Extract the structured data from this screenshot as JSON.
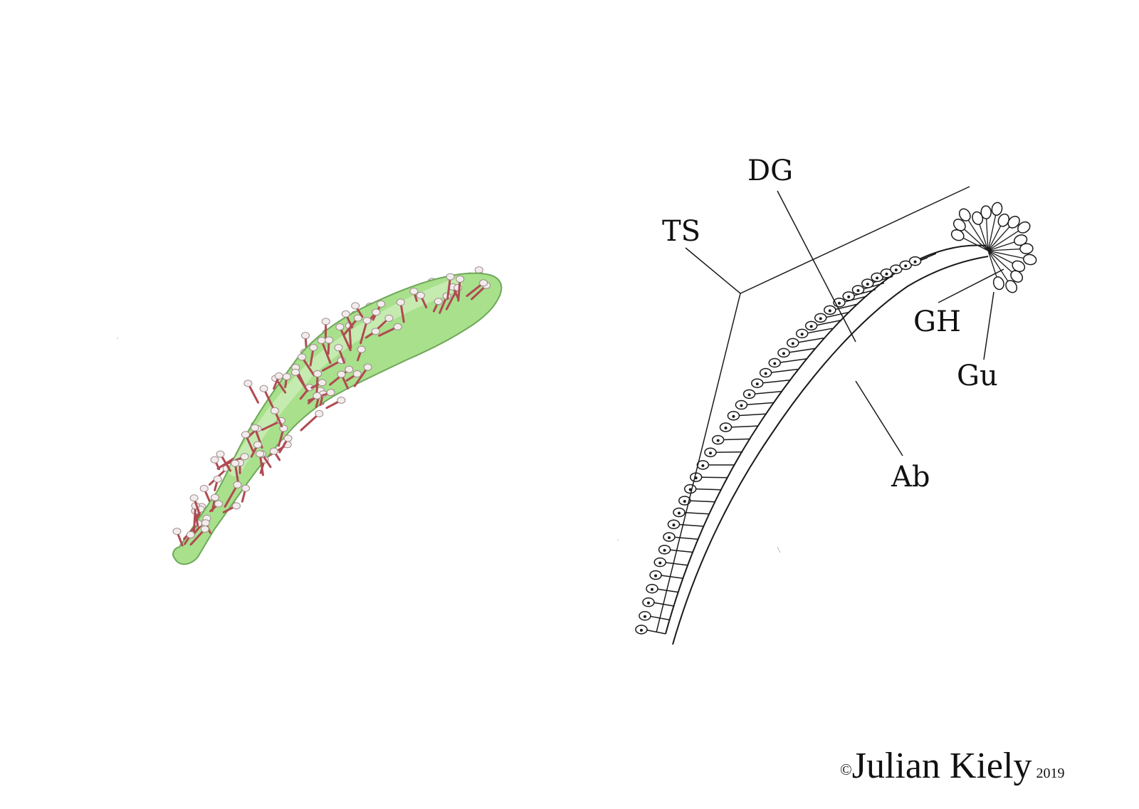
{
  "labels": {
    "dg": "DG",
    "ts": "TS",
    "gh": "GH",
    "gu": "Gu",
    "ab": "Ab"
  },
  "credit": {
    "symbol": "©",
    "name": "Julian Kiely",
    "year": "2019"
  },
  "colors": {
    "leaf_fill": "#a8e08c",
    "leaf_edge": "#6fa85a",
    "tentacle": "#b04a52",
    "gland": "#f4ecec",
    "ink": "#1a1a1a"
  }
}
